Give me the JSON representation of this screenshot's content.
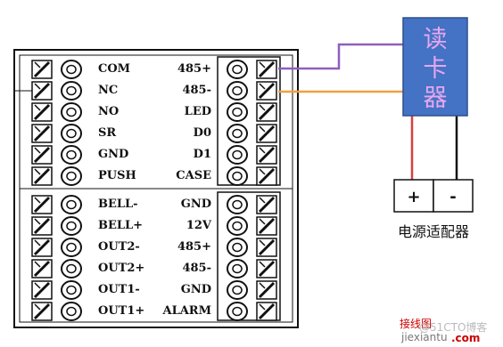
{
  "terminal_block": {
    "left_top_labels": [
      "COM",
      "NC",
      "NO",
      "SR",
      "GND",
      "PUSH"
    ],
    "right_top_labels": [
      "485+",
      "485-",
      "LED",
      "D0",
      "D1",
      "CASE"
    ],
    "left_bottom_labels": [
      "BELL-",
      "BELL+",
      "OUT2-",
      "OUT2+",
      "OUT1-",
      "OUT1+"
    ],
    "right_bottom_labels": [
      "GND",
      "12V",
      "485+",
      "485-",
      "GND",
      "ALARM"
    ]
  },
  "reader": {
    "chars": [
      "读",
      "卡",
      "器"
    ],
    "fill": "#4472c4",
    "text_color": "#e6a7f0"
  },
  "power_adapter": {
    "plus": "+",
    "minus": "-",
    "label": "电源适配器"
  },
  "wires": {
    "purple": "#8e5fbf",
    "orange": "#f0a040",
    "red": "#d94040",
    "black": "#111111"
  },
  "watermark": {
    "line1": "接线图",
    "line2": "jiexiantu",
    "faint": "@51CTO博客",
    "brand": ".com"
  }
}
